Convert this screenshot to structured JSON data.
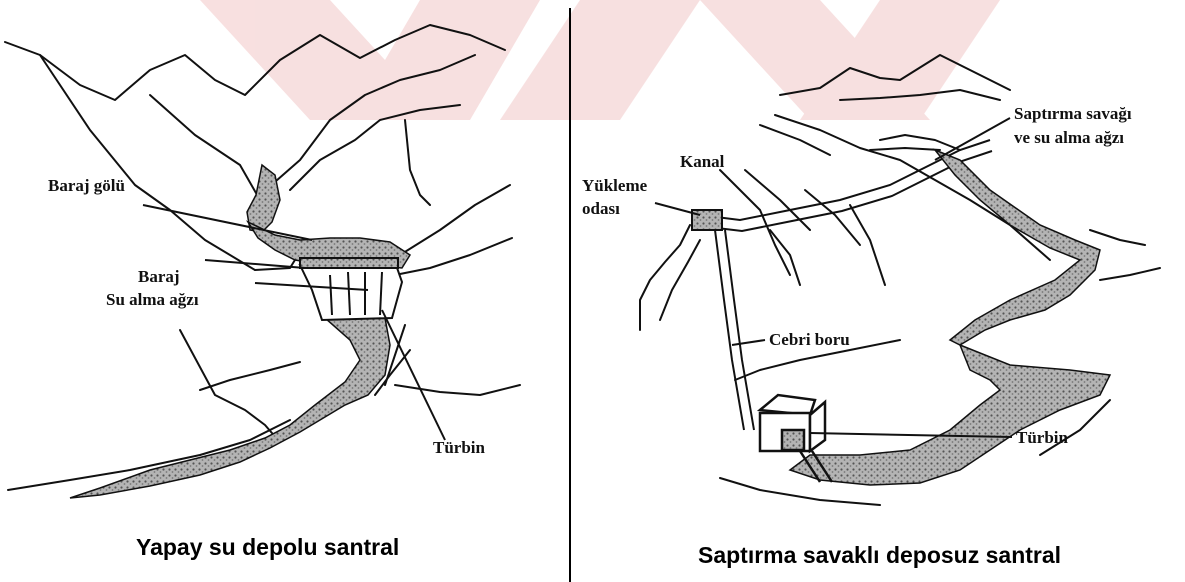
{
  "left_panel": {
    "labels": {
      "baraj_golu": "Baraj gölü",
      "baraj": "Baraj",
      "su_alma_agzi": "Su alma ağzı",
      "turbin": "Türbin"
    },
    "caption": "Yapay su depolu santral"
  },
  "right_panel": {
    "labels": {
      "kanal": "Kanal",
      "saptirma_1": "Saptırma savağı",
      "saptirma_2": "ve su alma ağzı",
      "yukleme_1": "Yükleme",
      "yukleme_2": "odası",
      "cebri_boru": "Cebri boru",
      "turbin": "Türbin"
    },
    "caption": "Saptırma savaklı deposuz santral"
  },
  "colors": {
    "ink": "#111111",
    "water": "#9a9a9a",
    "watermark": "#f3d3d3"
  }
}
